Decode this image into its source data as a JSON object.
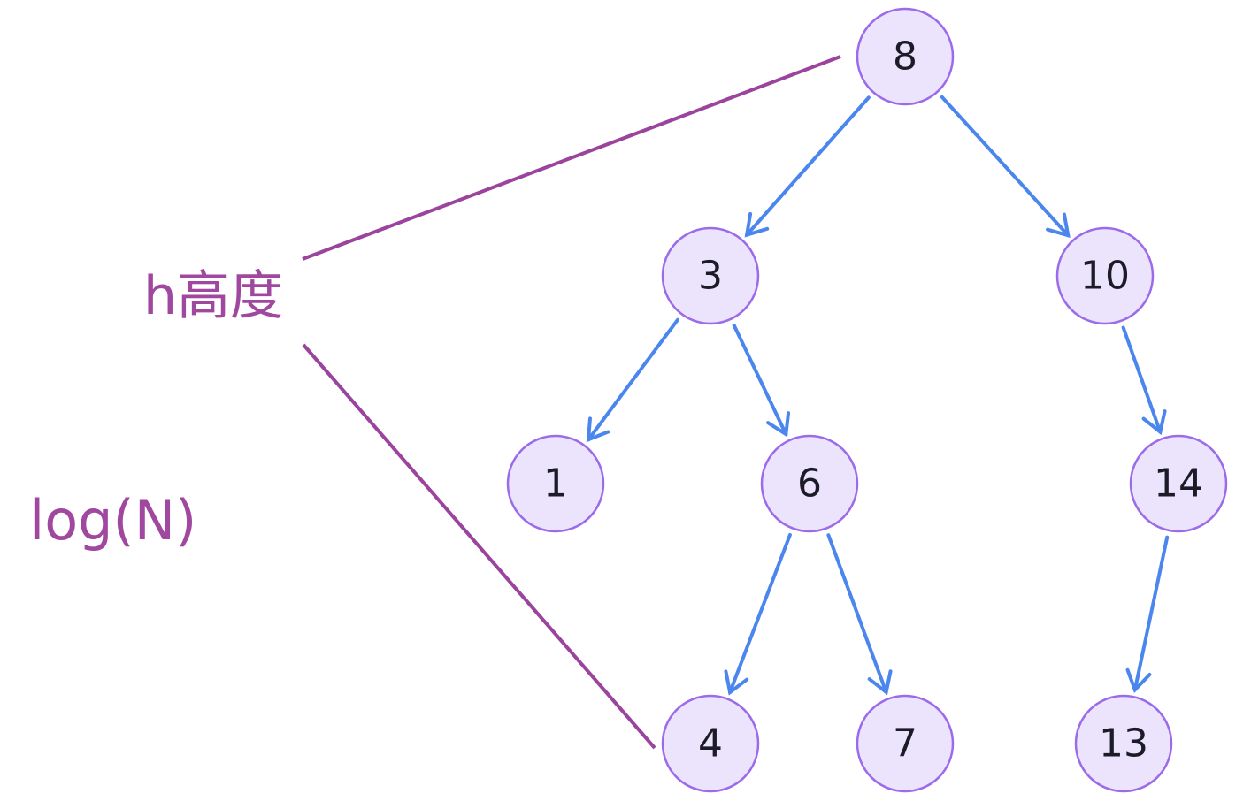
{
  "diagram": {
    "type": "binary-tree",
    "nodes": [
      {
        "id": "n8",
        "label": "8"
      },
      {
        "id": "n3",
        "label": "3"
      },
      {
        "id": "n10",
        "label": "10"
      },
      {
        "id": "n1",
        "label": "1"
      },
      {
        "id": "n6",
        "label": "6"
      },
      {
        "id": "n14",
        "label": "14"
      },
      {
        "id": "n4",
        "label": "4"
      },
      {
        "id": "n7",
        "label": "7"
      },
      {
        "id": "n13",
        "label": "13"
      }
    ],
    "edges": [
      {
        "from": "n8",
        "to": "n3"
      },
      {
        "from": "n8",
        "to": "n10"
      },
      {
        "from": "n3",
        "to": "n1"
      },
      {
        "from": "n3",
        "to": "n6"
      },
      {
        "from": "n10",
        "to": "n14"
      },
      {
        "from": "n6",
        "to": "n4"
      },
      {
        "from": "n6",
        "to": "n7"
      },
      {
        "from": "n14",
        "to": "n13"
      }
    ]
  },
  "annotation": {
    "height_label": "h高度",
    "complexity_label": "log(N)"
  },
  "colors": {
    "node_fill": "#ECE4FC",
    "node_stroke": "#9B6BEA",
    "edge": "#4A86EE",
    "annotation": "#A0479F"
  }
}
